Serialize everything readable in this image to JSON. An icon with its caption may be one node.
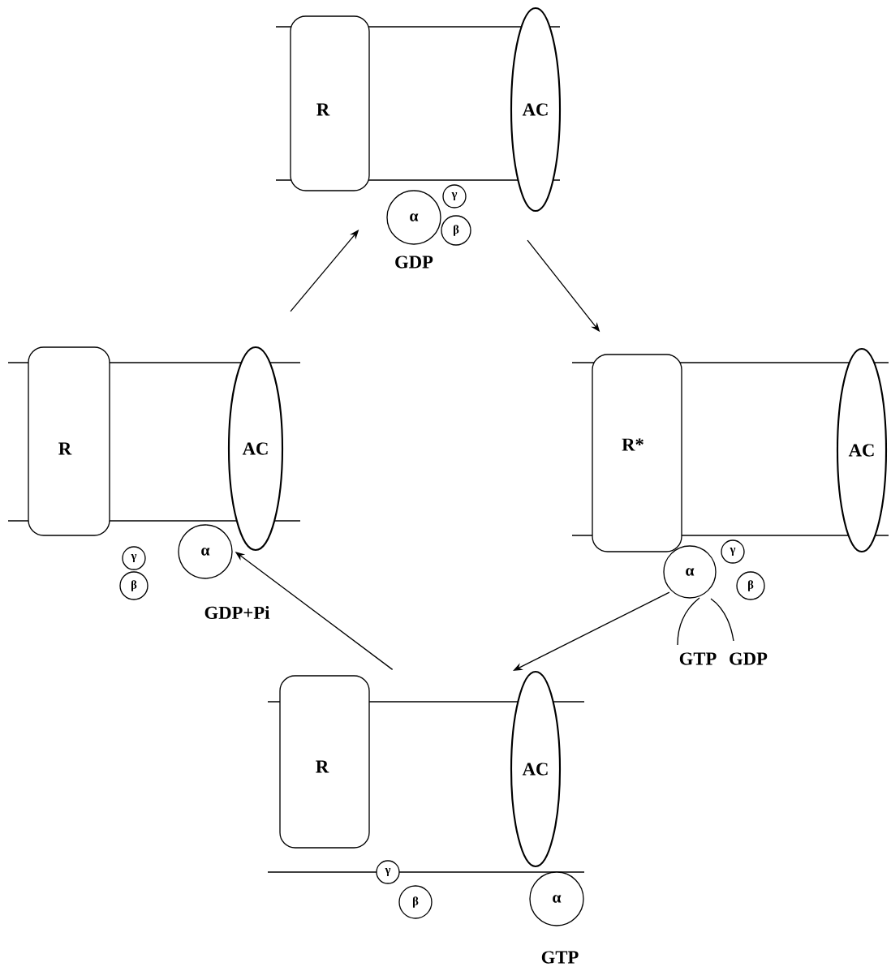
{
  "diagram": {
    "nodes": [
      {
        "text": [
          "R"
        ]
      },
      {
        "text": [
          "AC"
        ]
      },
      {
        "text": [
          "α"
        ],
        "beside": [
          "GDP"
        ]
      },
      {
        "text": [
          "γ"
        ]
      },
      {
        "text": [
          "β"
        ]
      },
      {
        "text": [
          "R"
        ]
      },
      {
        "text": [
          "AC"
        ]
      },
      {
        "text": [
          "α"
        ],
        "beside": [
          "GDP+Pi"
        ]
      },
      {
        "text": [
          "γ"
        ]
      },
      {
        "text": [
          "β"
        ]
      },
      {
        "text": [
          "R*"
        ]
      },
      {
        "text": [
          "AC"
        ]
      },
      {
        "text": [
          "α"
        ]
      },
      {
        "text": [
          "γ"
        ]
      },
      {
        "text": [
          "β"
        ]
      },
      {
        "text": [
          "R"
        ]
      },
      {
        "text": [
          "AC"
        ]
      },
      {
        "text": [
          "γ"
        ]
      },
      {
        "text": [
          "β"
        ]
      },
      {
        "text": [
          "α"
        ],
        "beside": [
          "GTP"
        ]
      }
    ],
    "edges": [
      {
        "from": 6,
        "to": 2,
        "arrow": "to"
      },
      {
        "from": 1,
        "to": 10,
        "arrow": "to"
      },
      {
        "from": 12,
        "to": 16,
        "arrow": "to"
      },
      {
        "from": 15,
        "to": 7,
        "arrow": "to"
      }
    ],
    "labels": [
      "GTP",
      "GDP"
    ]
  }
}
